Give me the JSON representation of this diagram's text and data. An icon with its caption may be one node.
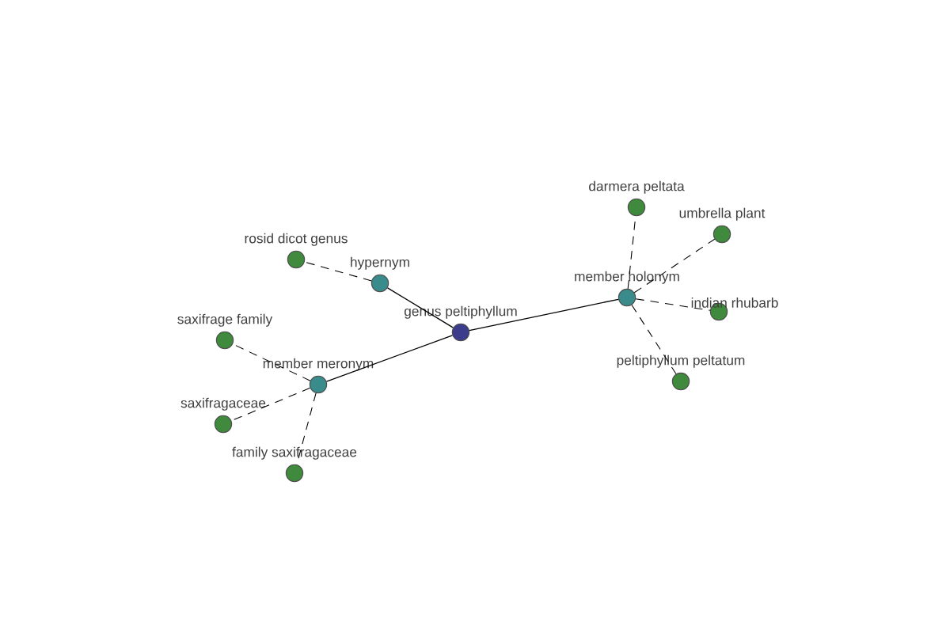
{
  "diagram": {
    "nodes": [
      {
        "text": [
          "genus peltiphyllum"
        ]
      },
      {
        "text": [
          "hypernym"
        ]
      },
      {
        "text": [
          "member meronym"
        ]
      },
      {
        "text": [
          "member holonym"
        ]
      },
      {
        "text": [
          "rosid dicot genus"
        ]
      },
      {
        "text": [
          "saxifrage family"
        ]
      },
      {
        "text": [
          "saxifragaceae"
        ]
      },
      {
        "text": [
          "family saxifragaceae"
        ]
      },
      {
        "text": [
          "darmera peltata"
        ]
      },
      {
        "text": [
          "umbrella plant"
        ]
      },
      {
        "text": [
          "indian rhubarb"
        ]
      },
      {
        "text": [
          "peltiphyllum peltatum"
        ]
      }
    ],
    "edges": [
      {
        "from": 0,
        "to": 1,
        "arrow": "none"
      },
      {
        "from": 0,
        "to": 2,
        "arrow": "none"
      },
      {
        "from": 0,
        "to": 3,
        "arrow": "none"
      },
      {
        "from": 1,
        "to": 4,
        "arrow": "none",
        "style": "dashed"
      },
      {
        "from": 2,
        "to": 5,
        "arrow": "none",
        "style": "dashed"
      },
      {
        "from": 2,
        "to": 6,
        "arrow": "none",
        "style": "dashed"
      },
      {
        "from": 2,
        "to": 7,
        "arrow": "none",
        "style": "dashed"
      },
      {
        "from": 3,
        "to": 8,
        "arrow": "none",
        "style": "dashed"
      },
      {
        "from": 3,
        "to": 9,
        "arrow": "none",
        "style": "dashed"
      },
      {
        "from": 3,
        "to": 10,
        "arrow": "none",
        "style": "dashed"
      },
      {
        "from": 3,
        "to": 11,
        "arrow": "none",
        "style": "dashed"
      }
    ]
  }
}
